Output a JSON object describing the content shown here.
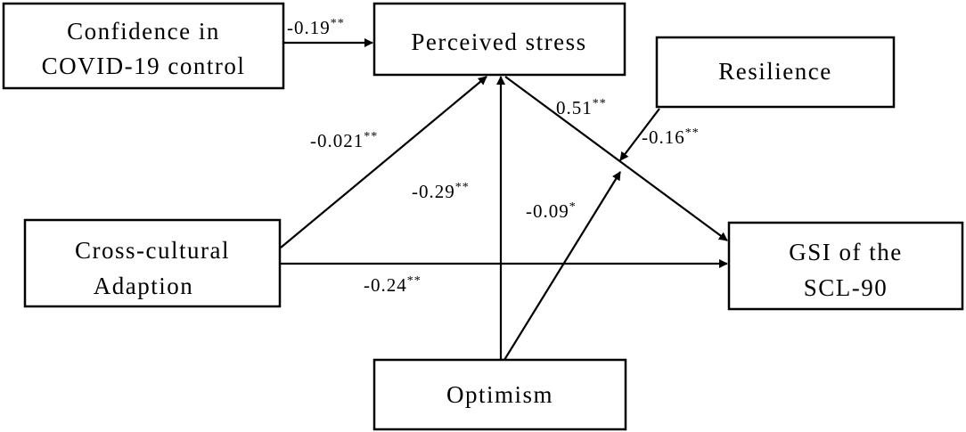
{
  "nodes": {
    "confidence": {
      "line1": "Confidence in",
      "line2": "COVID-19 control"
    },
    "stress": {
      "label": "Perceived stress"
    },
    "resilience": {
      "label": "Resilience"
    },
    "cross_cultural": {
      "line1": "Cross-cultural",
      "line2": "Adaption"
    },
    "gsi": {
      "line1": "GSI of the",
      "line2": "SCL-90"
    },
    "optimism": {
      "label": "Optimism"
    }
  },
  "edges": {
    "confidence_to_stress": {
      "value": "-0.19",
      "sig": "**"
    },
    "cross_to_stress": {
      "value": "-0.021",
      "sig": "**"
    },
    "optimism_to_stress": {
      "value": "-0.29",
      "sig": "**"
    },
    "stress_to_gsi": {
      "value": "0.51",
      "sig": "**"
    },
    "resilience_moderation": {
      "value": "-0.16",
      "sig": "**"
    },
    "optimism_moderation": {
      "value": "-0.09",
      "sig": "*"
    },
    "cross_to_gsi": {
      "value": "-0.24",
      "sig": "**"
    }
  }
}
